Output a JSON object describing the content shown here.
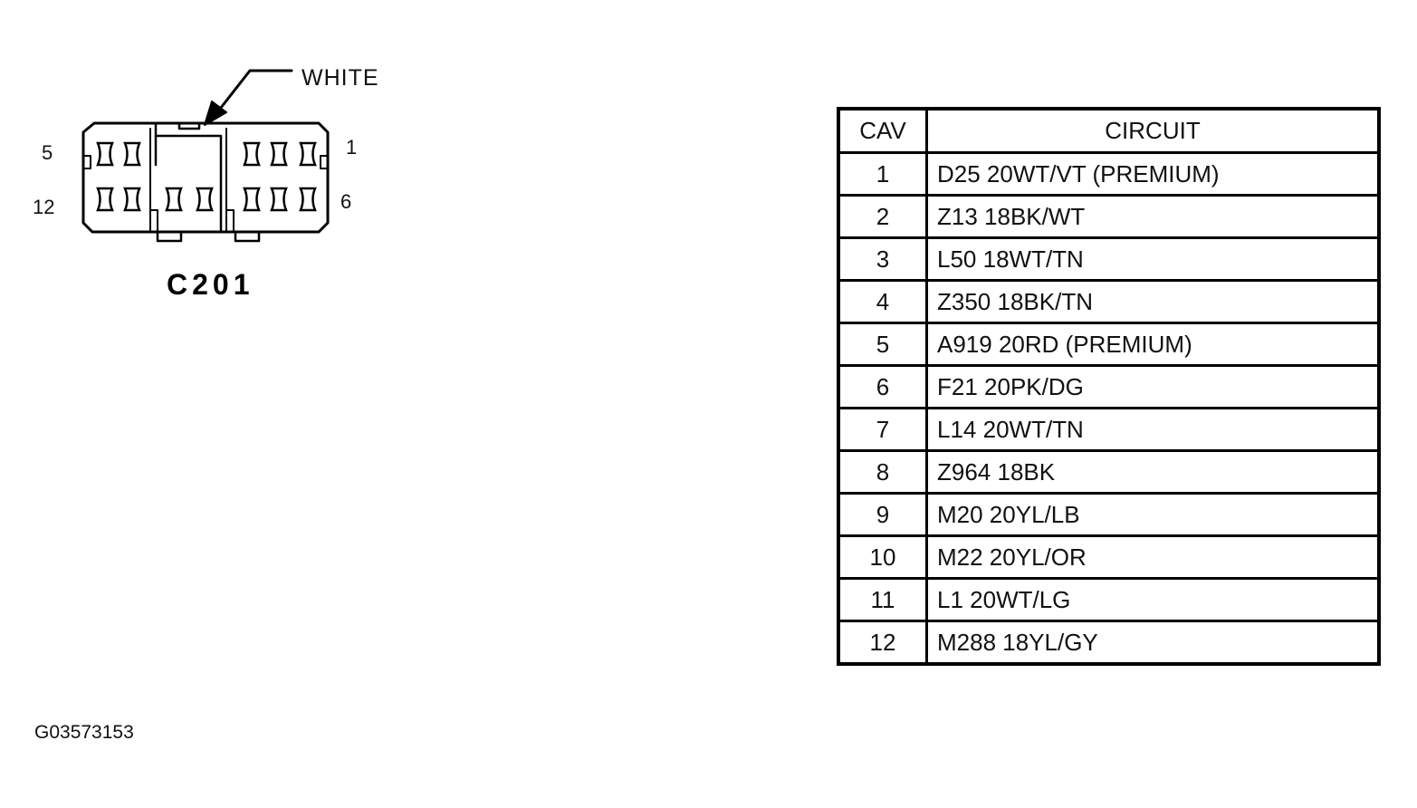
{
  "diagram": {
    "callout_label": "WHITE",
    "connector_name": "C201",
    "pin_labels": {
      "top_left": "5",
      "top_right": "1",
      "bottom_left": "12",
      "bottom_right": "6"
    },
    "figure_id": "G03573153"
  },
  "table": {
    "headers": {
      "cav": "CAV",
      "circuit": "CIRCUIT"
    },
    "rows": [
      {
        "cav": "1",
        "circuit": "D25 20WT/VT (PREMIUM)"
      },
      {
        "cav": "2",
        "circuit": "Z13 18BK/WT"
      },
      {
        "cav": "3",
        "circuit": "L50 18WT/TN"
      },
      {
        "cav": "4",
        "circuit": "Z350 18BK/TN"
      },
      {
        "cav": "5",
        "circuit": "A919 20RD (PREMIUM)"
      },
      {
        "cav": "6",
        "circuit": "F21 20PK/DG"
      },
      {
        "cav": "7",
        "circuit": "L14 20WT/TN"
      },
      {
        "cav": "8",
        "circuit": "Z964 18BK"
      },
      {
        "cav": "9",
        "circuit": "M20 20YL/LB"
      },
      {
        "cav": "10",
        "circuit": "M22 20YL/OR"
      },
      {
        "cav": "11",
        "circuit": "L1 20WT/LG"
      },
      {
        "cav": "12",
        "circuit": "M288 18YL/GY"
      }
    ]
  }
}
